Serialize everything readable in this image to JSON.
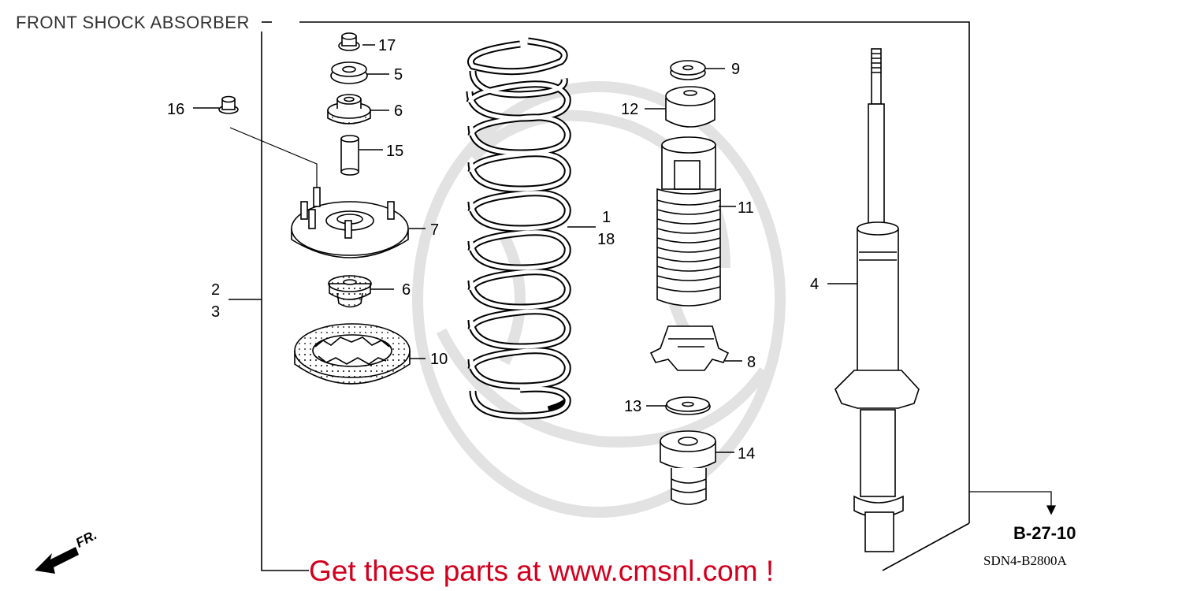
{
  "diagram": {
    "title": "FRONT SHOCK ABSORBER",
    "reference": "B-27-10",
    "code": "SDN4-B2800A",
    "promo": "Get these parts at www.cmsnl.com !",
    "direction": "FR.",
    "callouts": {
      "c1": "1",
      "c18": "18",
      "c2": "2",
      "c3": "3",
      "c4": "4",
      "c5": "5",
      "c6a": "6",
      "c6b": "6",
      "c7": "7",
      "c8": "8",
      "c9": "9",
      "c10": "10",
      "c11": "11",
      "c12": "12",
      "c13": "13",
      "c14": "14",
      "c15": "15",
      "c16": "16",
      "c17": "17"
    }
  }
}
